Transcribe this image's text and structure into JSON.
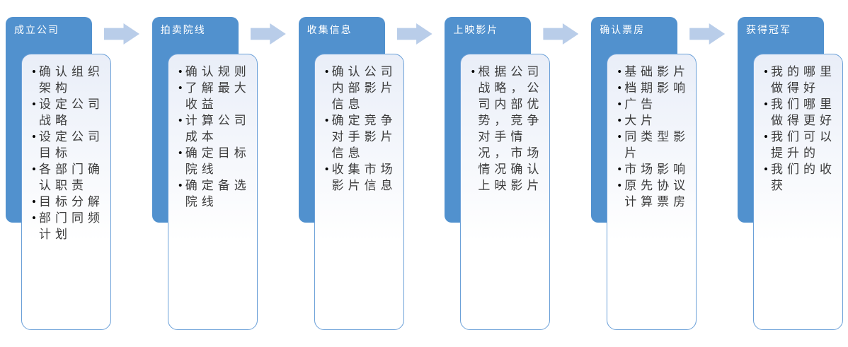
{
  "diagram": {
    "type": "process-flow",
    "stages": [
      {
        "title": "成立公司",
        "items": [
          "确认组织架构",
          "设定公司战略",
          "设定公司目标",
          "各部门确认职责",
          "目标分解",
          "部门同频计划"
        ]
      },
      {
        "title": "拍卖院线",
        "items": [
          "确认规则",
          "了解最大收益",
          "计算公司成本",
          "确定目标院线",
          "确定备选院线"
        ]
      },
      {
        "title": "收集信息",
        "items": [
          "确认公司内部影片信息",
          "确定竞争对手影片信息",
          "收集市场影片信息"
        ]
      },
      {
        "title": "上映影片",
        "items": [
          "根据公司战略，公司内部优势，竞争对手情况，市场情况确认上映影片"
        ]
      },
      {
        "title": "确认票房",
        "items": [
          "基础影片",
          "档期影响",
          "广告",
          "大片",
          "同类型影片",
          "市场影响",
          "原先协议计算票房"
        ]
      },
      {
        "title": "获得冠军",
        "items": [
          "我的哪里做得好",
          "我们哪里做得更好",
          "我们可以提升的",
          "我们的收获"
        ]
      }
    ],
    "colors": {
      "header_fill": "#5191CE",
      "header_text": "#FFFFFF",
      "arrow_fill": "#B9CDE9",
      "panel_border": "#6BA0D8",
      "panel_tint": "#E9EEF8",
      "text": "#3B3B3B"
    }
  }
}
